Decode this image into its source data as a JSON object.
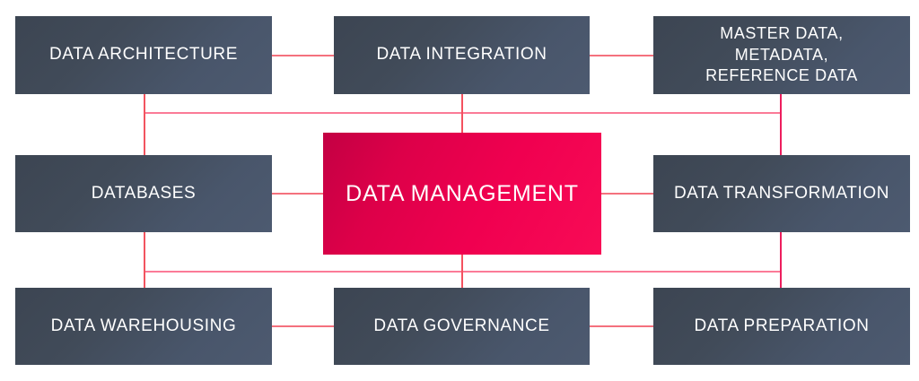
{
  "diagram": {
    "type": "concept-map",
    "title": "Data Management",
    "colors": {
      "node_fill_dark": "#414b59",
      "node_fill_light": "#4d5a70",
      "center_fill_start": "#c30043",
      "center_fill_end": "#f80b56",
      "connector_pink": "#fb7b97",
      "connector_red": "#f2545f",
      "connector_magenta": "#ed1e5e",
      "background": "#ffffff",
      "node_text": "#ffffff"
    },
    "center_node": {
      "label": "DATA MANAGEMENT"
    },
    "nodes": [
      {
        "id": "data-architecture",
        "label": "DATA ARCHITECTURE",
        "row": "top",
        "column": "left"
      },
      {
        "id": "data-integration",
        "label": "DATA INTEGRATION",
        "row": "top",
        "column": "center"
      },
      {
        "id": "master-data",
        "label": "MASTER DATA,\nMETADATA,\nREFERENCE DATA",
        "row": "top",
        "column": "right"
      },
      {
        "id": "databases",
        "label": "DATABASES",
        "row": "middle",
        "column": "left"
      },
      {
        "id": "data-transformation",
        "label": "DATA TRANSFORMATION",
        "row": "middle",
        "column": "right"
      },
      {
        "id": "data-warehousing",
        "label": "DATA WAREHOUSING",
        "row": "bottom",
        "column": "left"
      },
      {
        "id": "data-governance",
        "label": "DATA GOVERNANCE",
        "row": "bottom",
        "column": "center"
      },
      {
        "id": "data-preparation",
        "label": "DATA PREPARATION",
        "row": "bottom",
        "column": "right"
      }
    ]
  }
}
